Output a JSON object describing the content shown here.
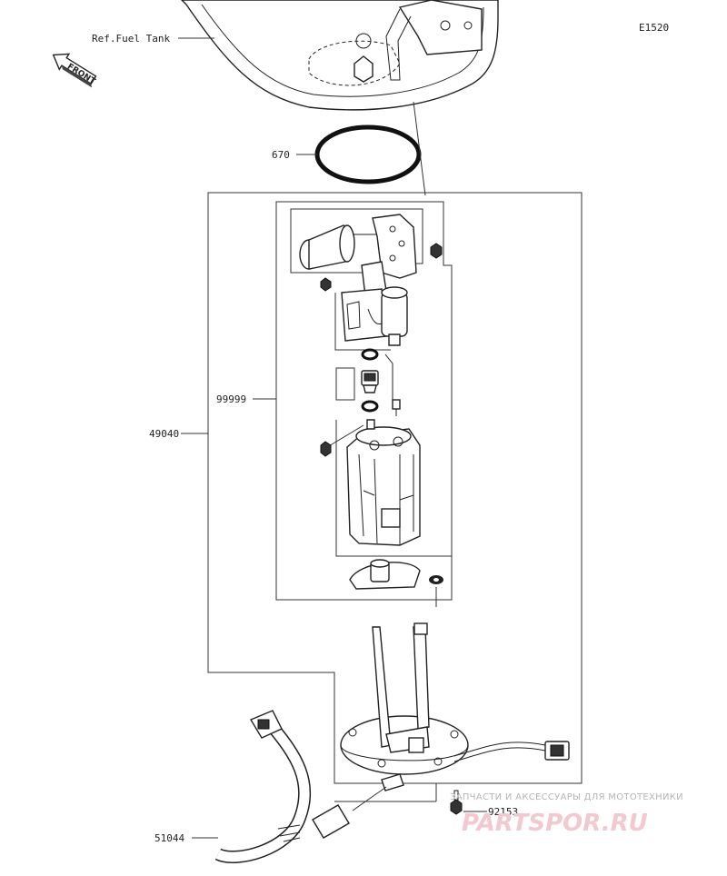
{
  "diagram": {
    "code": "E1520",
    "front_label": "FRONT",
    "labels": {
      "fuel_tank": "Ref.Fuel Tank",
      "gasket": "670",
      "pump_assembly": "49040",
      "pump_subassembly": "99999",
      "hose": "51044",
      "clamp": "92153"
    }
  },
  "watermark": {
    "tagline": "ЗАПЧАСТИ И АКСЕССУАРЫ ДЛЯ МОТОТЕХНИКИ",
    "logo": "PARTSPOR.RU"
  },
  "colors": {
    "line": "#222222",
    "watermark_logo": "#f2c9cf",
    "watermark_text": "#b5b5b5"
  }
}
